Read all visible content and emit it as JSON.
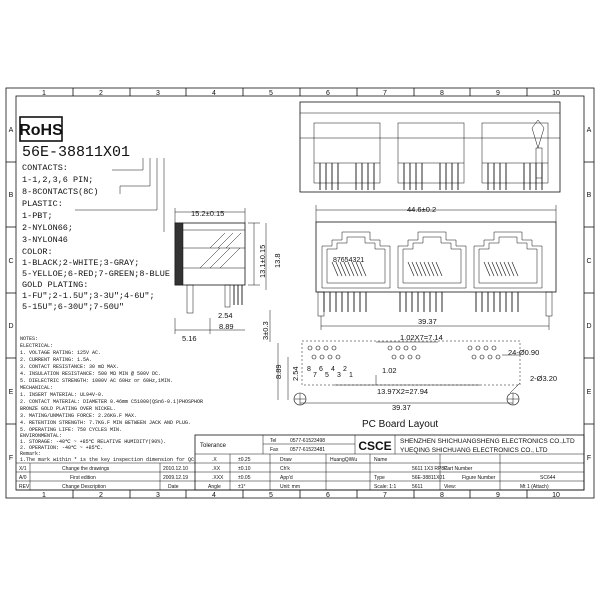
{
  "frame": {
    "col_labels": [
      "1",
      "2",
      "3",
      "4",
      "5",
      "6",
      "7",
      "8",
      "9",
      "10"
    ],
    "row_labels": [
      "A",
      "B",
      "C",
      "D",
      "E",
      "F"
    ]
  },
  "spec": {
    "rohs": "RoHS",
    "part_code": "56E-38811X01",
    "lines": [
      "CONTACTS:",
      "1-1,2,3,6 PIN;",
      "8-8CONTACTS(8C)",
      "PLASTIC:",
      "1-PBT;",
      "2-NYLON66;",
      "3-NYLON46",
      "COLOR:",
      "1-BLACK;2-WHITE;3-GRAY;",
      "5-YELLOE;6-RED;7-GREEN;8-BLUE",
      "GOLD PLATING:",
      "1-FU\";2-1.5U\";3-3U\";4-6U\";",
      "5-15U\";6-30U\";7-50U\""
    ]
  },
  "dimensions": {
    "side_width": "15.2±0.15",
    "side_height_a": "13.1±0.15",
    "side_height_b": "13.8",
    "side_2_54": "2.54",
    "side_5_16": "5.16",
    "side_8_89": "8.89",
    "side_3_3": "3±0.3",
    "front_width": "44.6±0.2",
    "front_pin_numbers": "87654321",
    "front_pitch_total": "39.37",
    "pcb_pitch_top": "1.02X7=7.14",
    "pcb_hole_small": "24-Ø0.90",
    "pcb_hole_large": "2-Ø3.20",
    "pcb_8_89": "8.89",
    "pcb_2_54": "2.54",
    "pcb_1_02": "1.02",
    "pcb_pitch_bottom": "13.97X2=27.94",
    "pcb_39_37": "39.37",
    "pcb_title": "PC Board Layout",
    "pcb_pin_labels": [
      "8",
      "7",
      "6",
      "5",
      "4",
      "3",
      "2",
      "1"
    ]
  },
  "notes": {
    "lines": [
      "NOTES:",
      "ELECTRICAL:",
      "1. VOLTAGE RATING: 125V AC.",
      "2. CURRENT RATING: 1.5A.",
      "3. CONTACT RESISTANCE: 30 mΩ MAX.",
      "4. INSULATION RESISTANCE: 500 MΩ MIN @ 500V DC.",
      "5. DIELECTRIC STRENGTH: 1000V AC 60Hz or 60Hz,1MIN.",
      "MECHANICAL:",
      "1. INSERT MATERIAL: UL94V-0.",
      "2. CONTACT MATERIAL: DIAMETER 0.46mm C51000(QSn6-0.1)PHOSPHOR",
      "    BRONZE GOLD PLATING OVER NICKEL.",
      "3. MATING/UNMATING FORCE: 2.26KG.F MAX.",
      "4. RETENTION STRENGTH: 7.7KG.F MIN BETWEEN JACK AND PLUG.",
      "5. OPERATING LIFE: 750 CYCLES MIN.",
      "ENVIRONMENTAL:",
      "1. STORAGE: -40℃ ~ +85℃ RELATIVE HUMIDITY(90%).",
      "2. OPERATION: -40℃ ~ +85℃.",
      "Remark:",
      "1.The mark within * is the key inspection dimension for QC"
    ]
  },
  "title_block": {
    "tolerance_label": "Tolerance",
    "tel": "Tel",
    "tel_value": "0577-61523498",
    "fax": "Fax",
    "fax_value": "0577-61523481",
    "logo": "CSCE",
    "company_1": "SHENZHEN SHICHUANGSHENG ELECTRONICS CO.,LTD",
    "company_2": "YUEQING SHICHUANG ELECTRONICS CO., LTD",
    "tol_rows": [
      {
        "k": ".X",
        "v": "±0.25"
      },
      {
        "k": ".XX",
        "v": "±0.10"
      },
      {
        "k": ".XXX",
        "v": "±0.05"
      },
      {
        "k": "Angle",
        "v": "±1°"
      }
    ],
    "draw_label": "Draw",
    "draw_value": "HuangQiWu",
    "check_label": "Ch'k",
    "appd_label": "App'd",
    "name_label": "Name",
    "name_value": "5611 1X3 RP8C",
    "part_label": "Part Number",
    "part_value": "56E-38811X01",
    "type_label": "Type",
    "type_value": "5611",
    "figure_label": "Figure Number",
    "figure_value": "SC644",
    "unit_label": "Unit: mm",
    "scale_label": "Scale: 1:1",
    "view_label": "View:",
    "sheet_label": "Mt 1 (Attach)",
    "rev_rows": [
      {
        "rev": "X/1",
        "desc": "Change the drawings",
        "date": "2010.12.10"
      },
      {
        "rev": "A/0",
        "desc": "First edition",
        "date": "2009.12.19"
      },
      {
        "rev": "REV",
        "desc": "Change Description",
        "date": "Date"
      }
    ]
  }
}
